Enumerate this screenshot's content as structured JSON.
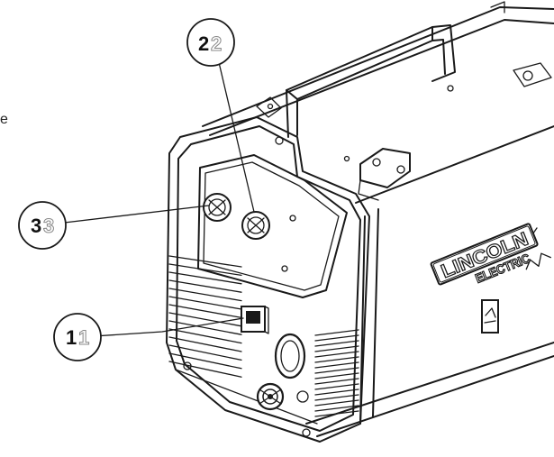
{
  "margin_text": "e",
  "callouts": [
    {
      "id": "1",
      "number": "1",
      "ghost": "1"
    },
    {
      "id": "2",
      "number": "2",
      "ghost": "2"
    },
    {
      "id": "3",
      "number": "3",
      "ghost": "3"
    }
  ],
  "brand": {
    "line1": "LINCOLN",
    "line2": "ELECTRIC"
  },
  "icon_names": [
    "power-switch-icon",
    "gun-connector-icon",
    "control-knob-icon"
  ]
}
